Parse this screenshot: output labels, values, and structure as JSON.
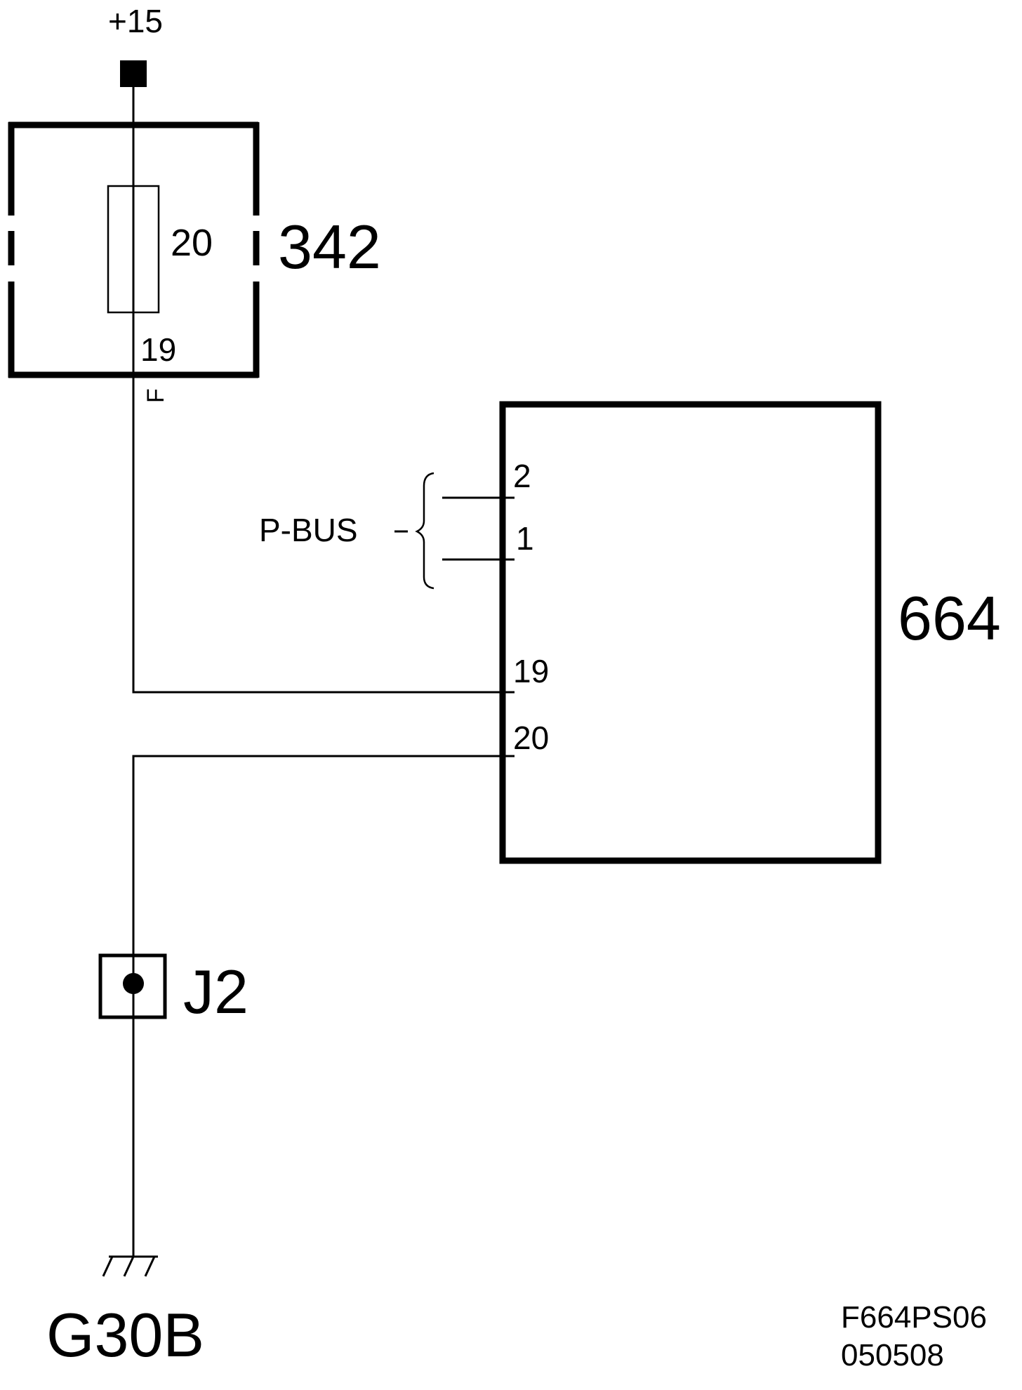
{
  "supply": {
    "label": "+15"
  },
  "fuse_box": {
    "id": "342",
    "fuse_rating": "20",
    "pin_out": "19",
    "wire_color": "F"
  },
  "module": {
    "id": "664",
    "pins": {
      "bus_high": "2",
      "bus_low": "1",
      "power": "19",
      "ground": "20"
    }
  },
  "bus": {
    "label": "P-BUS"
  },
  "connector": {
    "id": "J2"
  },
  "ground": {
    "id": "G30B"
  },
  "footer": {
    "code": "F664PS06",
    "date": "050508"
  }
}
